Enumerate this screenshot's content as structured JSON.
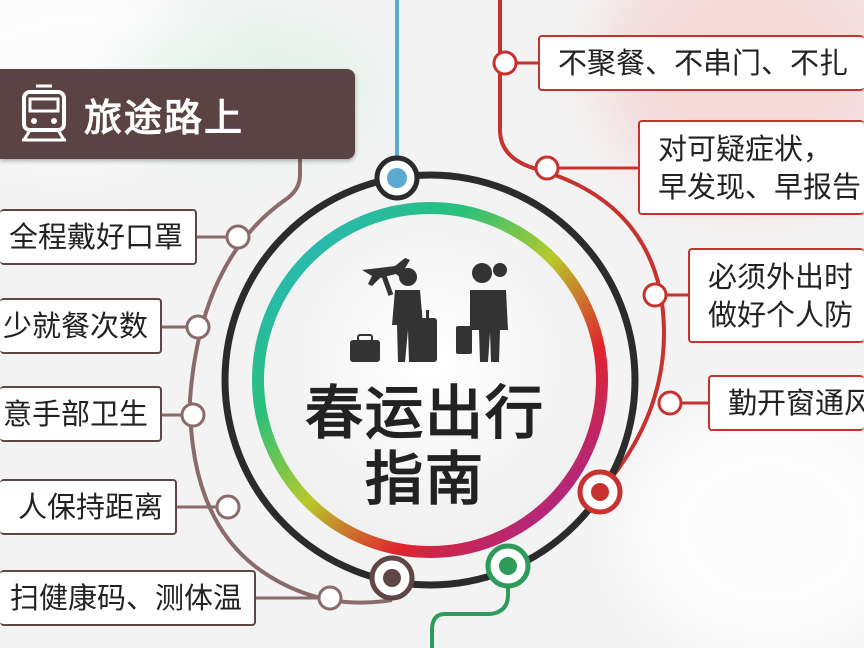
{
  "header": {
    "title": "旅途路上",
    "icon": "train-icon"
  },
  "center": {
    "title_line1": "春运出行",
    "title_line2": "指南",
    "icon": "travelers-icon"
  },
  "left_items": [
    "全程戴好口罩",
    "少就餐次数",
    "意手部卫生",
    "人保持距离",
    "扫健康码、测体温"
  ],
  "right_items": [
    {
      "lines": [
        "不聚餐、不串门、不扎"
      ]
    },
    {
      "lines": [
        "对可疑症状，",
        "早发现、早报告"
      ]
    },
    {
      "lines": [
        "必须外出时",
        "做好个人防"
      ]
    },
    {
      "lines": [
        "勤开窗通风"
      ]
    }
  ],
  "colors": {
    "brown": "#5e4646",
    "red": "#c8322e",
    "blue": "#5aaad0",
    "green": "#2e9b5a"
  }
}
